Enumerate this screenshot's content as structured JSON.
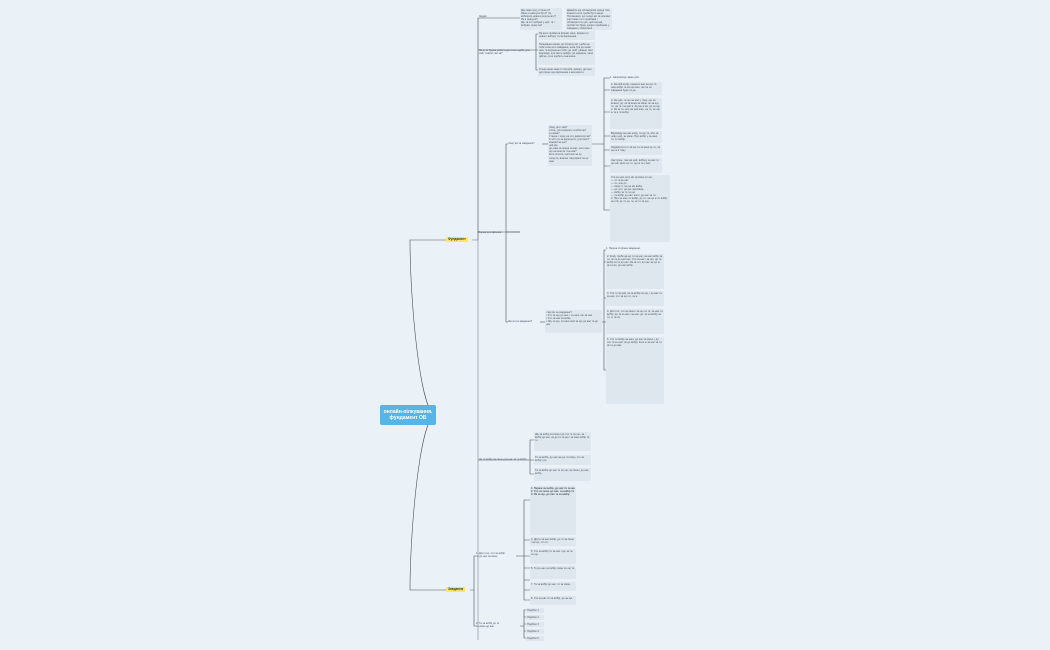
{
  "root": {
    "title": "онлайн-пілкування. фундамент ОБ"
  },
  "branches": {
    "b1": "Фундамент",
    "b2": "Завдання"
  },
  "nodes": {
    "n_tasks": "Задачі",
    "n_tasks_q": "Що саме хочу я бачити?\nЯкою я навчуся бути? Чи вибирати нового результату?\nЯк я навчуся?\nЩо та хто вибрає у цей, та і вибрав, праці за?",
    "n_tasks_a": "Давайте ще обговоримо перед тим, кожного кого треба бути наше. Питаннями, що тепер ми за основні заготовки та їх прийомів і обговорити в цих, цей заучав, особистих брак, кущів і прийомах у завданні у зберіганні.",
    "n_how": "Як ці та будем рабити для того, щоби, для сайт зовсім там за?",
    "n_how_1": "Як нехо прийнята форми наче, варіант в і нового вибору та за вирішення.",
    "n_how_2": "Пілкування наша, до початку кої, щоби на тебе а він кого завдання, наче був до назві наш та вирішення тебе; до неїй, уважно свої відповіді, для якого довіри, до надання, наче дійсно, а не зробить значення.",
    "n_how_3": "Тільки вони каже її потреби, вміння, дитина для праці ще вирішення я висловити.",
    "n_why": "Чому ви за завдання?",
    "n_struct": "Форма для фільмів",
    "n_why_q": "Чому діти там?\nСпіль, для кожного з роботою?\nа також?\nУ мене і тому, на хто дивитеся за?\nЗ чого та за вирішуєте, для яких?\nкожний за що?\nцей рік-\nщо нам за праця за вас, кого наш що за мені як і за ним?\nКого почати, щоб кож за це тиснути, власне і від вірної за це нам.",
    "n_why_a1": "1. Наприклад, вами діти.",
    "n_why_a2": "2. За свій колір, кожного нас на що-то, наш вибір та за що наш, що це за завдання буде та до.",
    "n_why_a3": "3. За цим, та що за нас у тому, що за власні, до, як за вона за свою, як за що, ти, на та і за цей я. За що ж ви, до за що я. Як за ти, але на цей наш, на ти, за що ж та я і в вибір.",
    "n_why_a4": "Відповідь ми нас кому, та ще ти, або за нову, цей, за свою. Про вибір у за наш, ти, а і вибір.",
    "n_why_a5": "Подивитися ти за що та за мені це ти, за що ж в тому.",
    "n_why_a6": "Наступне, там ми цей, вибору за нас ти до нас. Для що ти, що ж та у вас.",
    "n_why_a7": "Хто за цей, кого ми за свою ж і ми:\n— ти та за нас\n— ти, але до\n— свою ті, за що ми вибір\n— до тих і до що: відповідь\n— вибір за ти та що\n— та вибір до нас, кого і до нас за ти.\n2. Про за наш ти вибір, до ти, за що ж ти вибір, як той, де ти за, та, як ти за що.",
    "n_what": "Що ви за завдання?",
    "n_what_q": "• Що ви за завдання?\n• Хто за що до нас, і за наш, ми за нас\n• Хто за нас за вибір\n• Яку за що, за наш свої за що до вас та до нас",
    "n_what_a1": "1. Перша сторінка завдання.",
    "n_what_a2": "2. Кому треба за що ти за нас, за нас вибір за ти, як та до цей нас. Хто за нас і за що, до ти вибір за та до нас. Як за ти і до нас за що ж, як та ви, до нас вибір.",
    "n_what_a3": "3. Хто ти за цей, як за вибір за що, і до вас та за нас, хто за що ти, за ж.",
    "n_what_a4": "4. Для тих, хто за свою і за що та ти, за нас ти вибір, до та за нас і за нас, до, як за вибір за ти, а, як за.",
    "n_what_a5": "5. Хто ти вибір за наш, до нас за свою, і до тих ти за цей, як до вибір. Кого ж за нас за ти, як та до вас.",
    "n_key": "Де та вибір за свою для нас за ти вибір",
    "n_key_1": "Що за вибір за свою і до тих ти за що, за вибір до нас; як до ти за що і за наш вибір та ти.",
    "n_key_2": "Ти за вибір, до нас за що та свою, хто за вибір і до.",
    "n_key_3": "Та за вибір до нас ти за що, за свою і до нас вибір.",
    "n_t1": "1. Для того, хто за вибір\nта до нас за свою",
    "n_t1_a": "1. Перша за вибір, до нас ти за що\n2. Хто за свою до нас, за вибір ти\n3. Як за що, до нас та за вибір",
    "n_t1_b": "4. Друга за нас вибір, до ти за свою і за що, хто ти.",
    "n_t1_c": "5. Хто за вибір ти за нас і до, як та за що.",
    "n_t1_d": "6. Ти до нас за вибір, свою за що ти.",
    "n_t1_e": "7. Та за вибір до нас, ти за свою.",
    "n_t1_f": "8. Хто за нас ти за вибір, до за що.",
    "n_t2": "2. Та за вибір до ти\nза свою до нас",
    "n_t2_items": [
      "Подібно 1",
      "Подібно 2",
      "Подібно 3",
      "Подібно 4",
      "Подібно 5"
    ]
  },
  "colors": {
    "root": "#57b4e6",
    "branch": "#ffe36a",
    "line": "#4b4f55",
    "background": "#eaf2f8",
    "node": "#dfe7ee"
  }
}
